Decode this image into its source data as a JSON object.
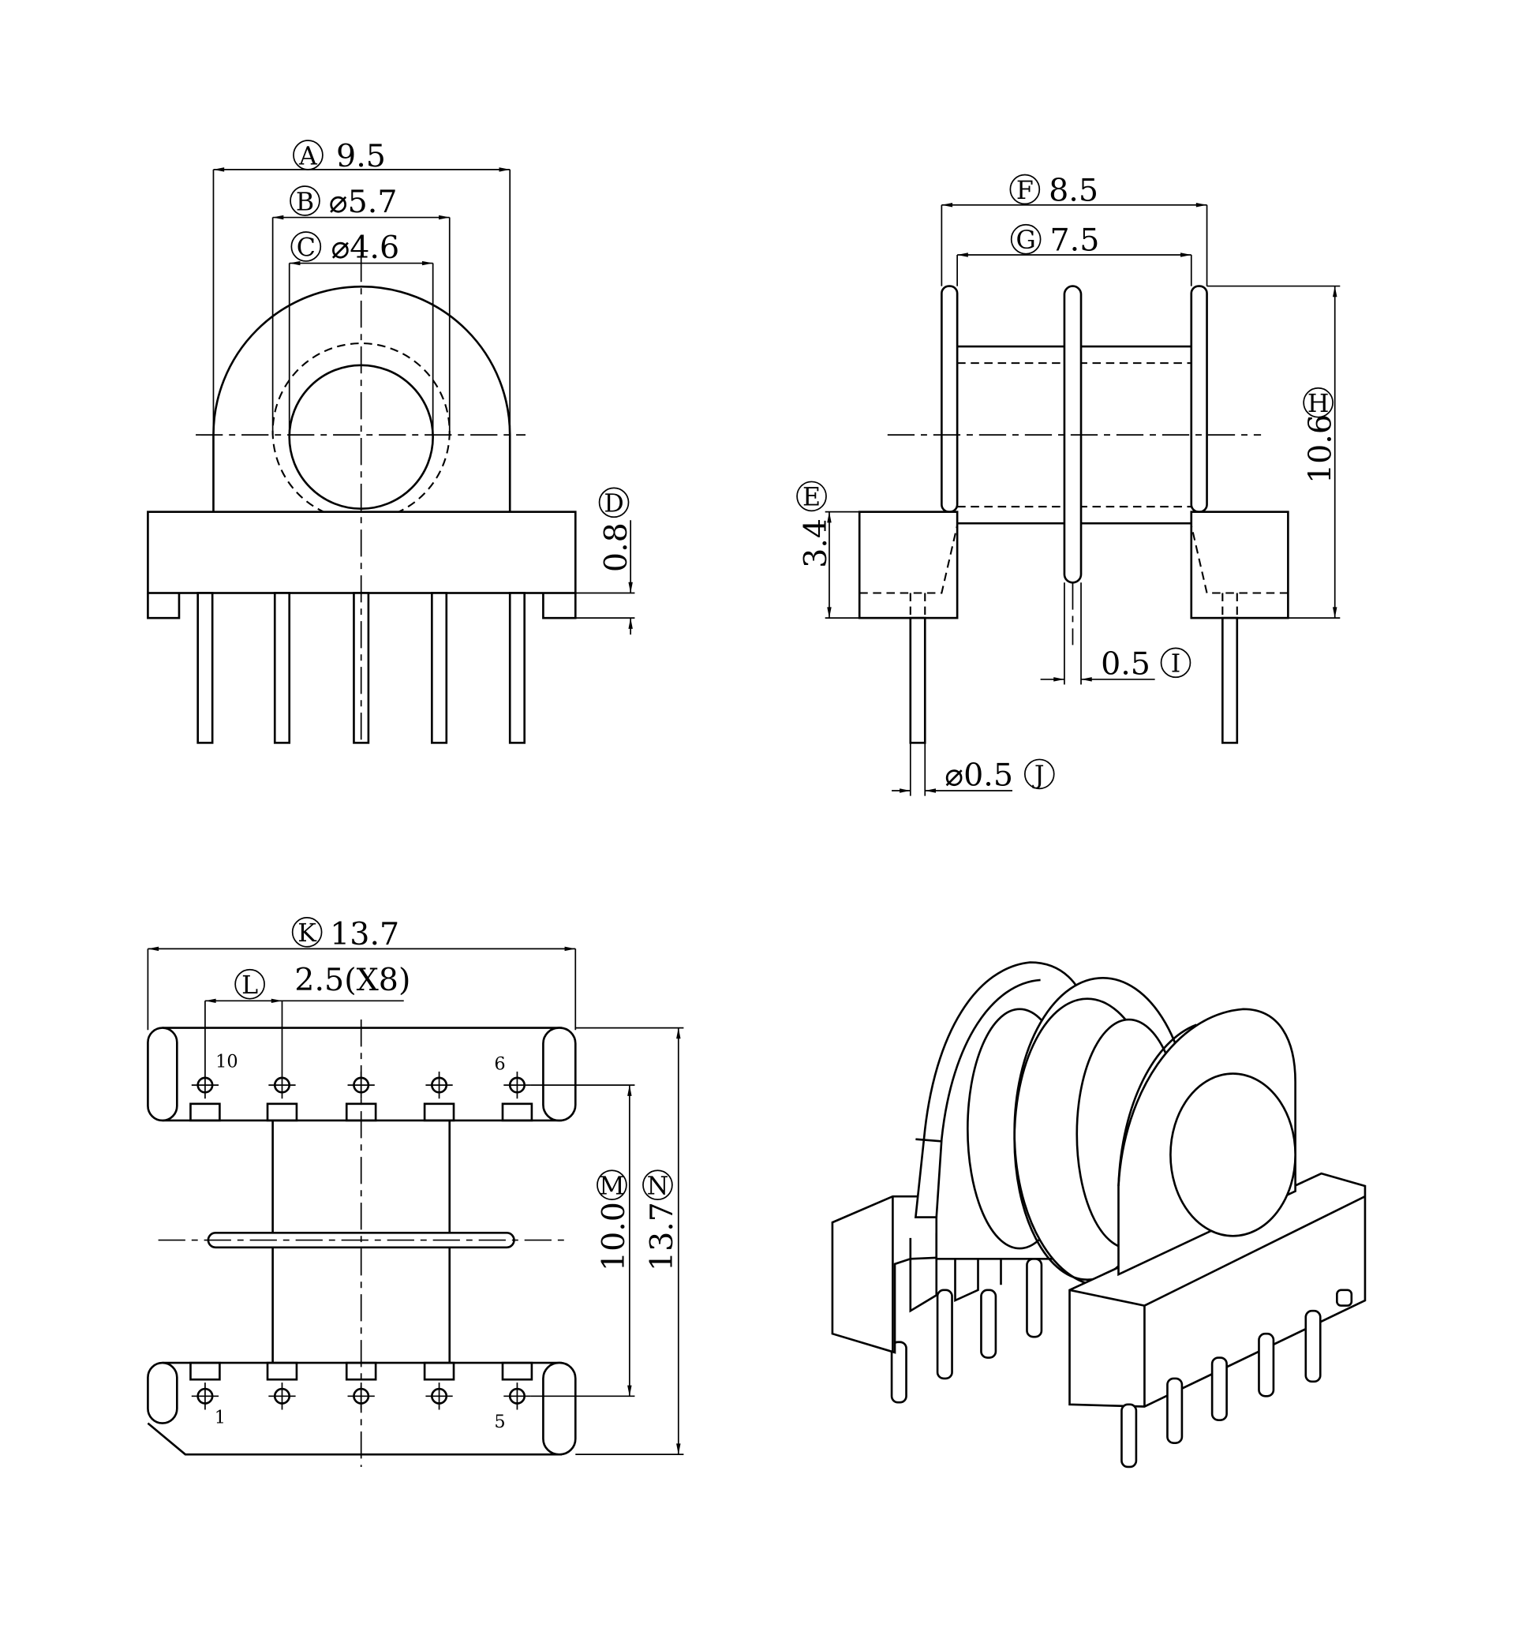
{
  "dimensions": {
    "A": {
      "letter": "A",
      "value": "9.5"
    },
    "B": {
      "letter": "B",
      "value": "⌀5.7"
    },
    "C": {
      "letter": "C",
      "value": "⌀4.6"
    },
    "D": {
      "letter": "D",
      "value": "0.8"
    },
    "E": {
      "letter": "E",
      "value": "3.4"
    },
    "F": {
      "letter": "F",
      "value": "8.5"
    },
    "G": {
      "letter": "G",
      "value": "7.5"
    },
    "H": {
      "letter": "H",
      "value": "10.6"
    },
    "I": {
      "letter": "I",
      "value": "0.5"
    },
    "J": {
      "letter": "J",
      "value": "⌀0.5"
    },
    "K": {
      "letter": "K",
      "value": "13.7"
    },
    "L": {
      "letter": "L",
      "value": "2.5(X8)"
    },
    "M": {
      "letter": "M",
      "value": "10.0"
    },
    "N": {
      "letter": "N",
      "value": "13.7"
    }
  },
  "pin_labels": {
    "p10": "10",
    "p6": "6",
    "p1": "1",
    "p5": "5"
  }
}
